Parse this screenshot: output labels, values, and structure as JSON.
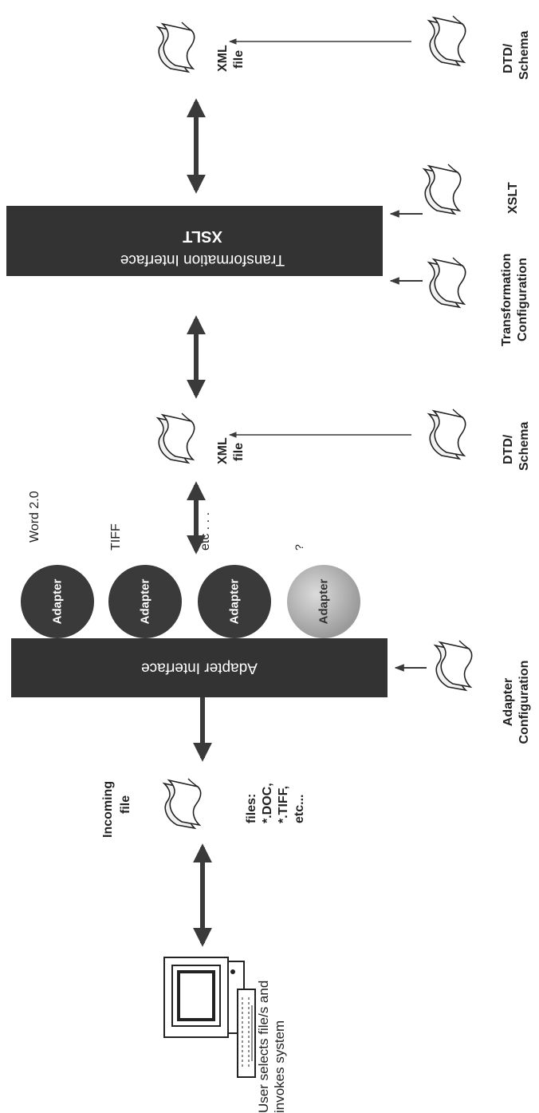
{
  "labels": {
    "user": [
      "User selects file/s and",
      "invokes system"
    ],
    "incoming_file": [
      "Incoming",
      "file"
    ],
    "incoming_types": [
      "files:",
      "*.DOC,",
      "*.TIFF,",
      "etc..."
    ],
    "adapter_interface": "Adapter Interface",
    "adapter": "Adapter",
    "adapter_word": "Word 2.0",
    "adapter_tiff": "TIFF",
    "adapter_etc": "etc . . .",
    "adapter_unknown": "?",
    "adapter_config": [
      "Adapter",
      "Configuration"
    ],
    "xml_file": [
      "XML",
      "file"
    ],
    "dtd_schema": [
      "DTD/",
      "Schema"
    ],
    "xslt": "XSLT",
    "transformation_interface": "Transformation Interface",
    "transformation_config": [
      "Transformation",
      "Configuration"
    ]
  },
  "colors": {
    "box": "#333333",
    "box_text": "#ffffff",
    "arrow": "#3a3a3a",
    "adapter_dark": "#3a3a3a",
    "adapter_light": "#b5b5b5",
    "ink": "#222222"
  },
  "icons": [
    "computer-icon",
    "document-icon"
  ]
}
